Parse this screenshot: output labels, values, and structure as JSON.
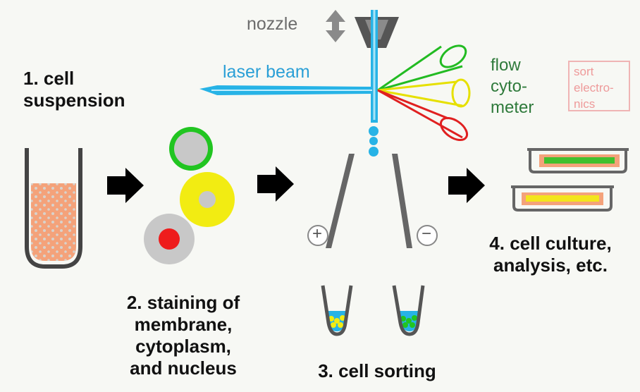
{
  "labels": {
    "step1_line1": "1. cell",
    "step1_line2": "suspension",
    "step2_line1": "2. staining of",
    "step2_line2": "membrane,",
    "step2_line3": "cytoplasm,",
    "step2_line4": "and nucleus",
    "step3": "3. cell sorting",
    "step4_line1": "4. cell culture,",
    "step4_line2": "analysis, etc.",
    "nozzle": "nozzle",
    "laser": "laser beam",
    "flow_line1": "flow",
    "flow_line2": "cyto-",
    "flow_line3": "meter",
    "sort_line1": "sort",
    "sort_line2": "electro-",
    "sort_line3": "nics",
    "plus": "+",
    "minus": "−"
  },
  "colors": {
    "cell_fill": "#f4a27a",
    "membrane_stain": "#21c521",
    "cytoplasm_stain": "#f2ec12",
    "nucleus_stain": "#ee1c1c",
    "laser": "#27b3e6",
    "arrow": "#000000"
  }
}
